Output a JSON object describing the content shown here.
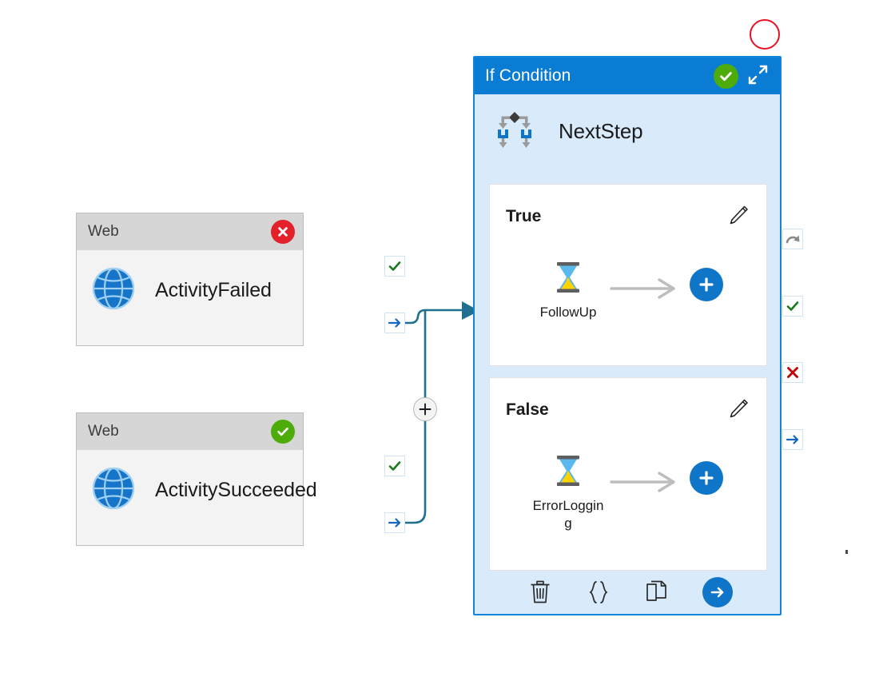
{
  "canvas": {
    "background": "#ffffff",
    "accent_blue": "#0b7cd3",
    "panel_fill": "#d9ebfb",
    "success_green": "#4eac0a",
    "error_red": "#e2212b",
    "wire_color": "#1f6f91"
  },
  "activities": [
    {
      "type_label": "Web",
      "name": "ActivityFailed",
      "status": "error",
      "status_icon": "error-x-circle-icon",
      "icon": "globe-icon",
      "ports": [
        {
          "name": "success-port",
          "icon": "green-check-icon"
        },
        {
          "name": "completion-port",
          "icon": "blue-arrow-icon"
        }
      ]
    },
    {
      "type_label": "Web",
      "name": "ActivitySucceeded",
      "status": "success",
      "status_icon": "success-check-circle-icon",
      "icon": "globe-icon",
      "ports": [
        {
          "name": "success-port",
          "icon": "green-check-icon"
        },
        {
          "name": "completion-port",
          "icon": "blue-arrow-icon"
        }
      ]
    }
  ],
  "condition_panel": {
    "title": "If Condition",
    "status_icon": "success-check-circle-icon",
    "resize_icon": "collapse-diagonal-icon",
    "step": {
      "name": "NextStep",
      "icon": "branch-condition-icon"
    },
    "branches": [
      {
        "label": "True",
        "edit_icon": "pencil-icon",
        "node": {
          "name": "FollowUp",
          "icon": "hourglass-icon"
        },
        "arrow_icon": "right-arrow-icon",
        "add_icon": "plus-circle-icon"
      },
      {
        "label": "False",
        "edit_icon": "pencil-icon",
        "node": {
          "name": "ErrorLogging",
          "icon": "hourglass-icon"
        },
        "arrow_icon": "right-arrow-icon",
        "add_icon": "plus-circle-icon"
      }
    ],
    "footer_actions": [
      {
        "name": "delete-button",
        "icon": "trash-icon"
      },
      {
        "name": "code-view-button",
        "icon": "braces-icon"
      },
      {
        "name": "duplicate-button",
        "icon": "copy-icon"
      },
      {
        "name": "run-button",
        "icon": "arrow-right-circle-icon"
      }
    ],
    "ports": [
      {
        "name": "retry-port",
        "icon": "retry-arrow-icon"
      },
      {
        "name": "success-port",
        "icon": "green-check-icon"
      },
      {
        "name": "failure-port",
        "icon": "red-x-icon"
      },
      {
        "name": "completion-port",
        "icon": "blue-arrow-icon"
      }
    ]
  },
  "connector": {
    "add_node_icon": "plus-icon",
    "target_arrow_icon": "filled-triangle-icon"
  },
  "annotations": {
    "highlight_circle": "red-circle-marker"
  }
}
